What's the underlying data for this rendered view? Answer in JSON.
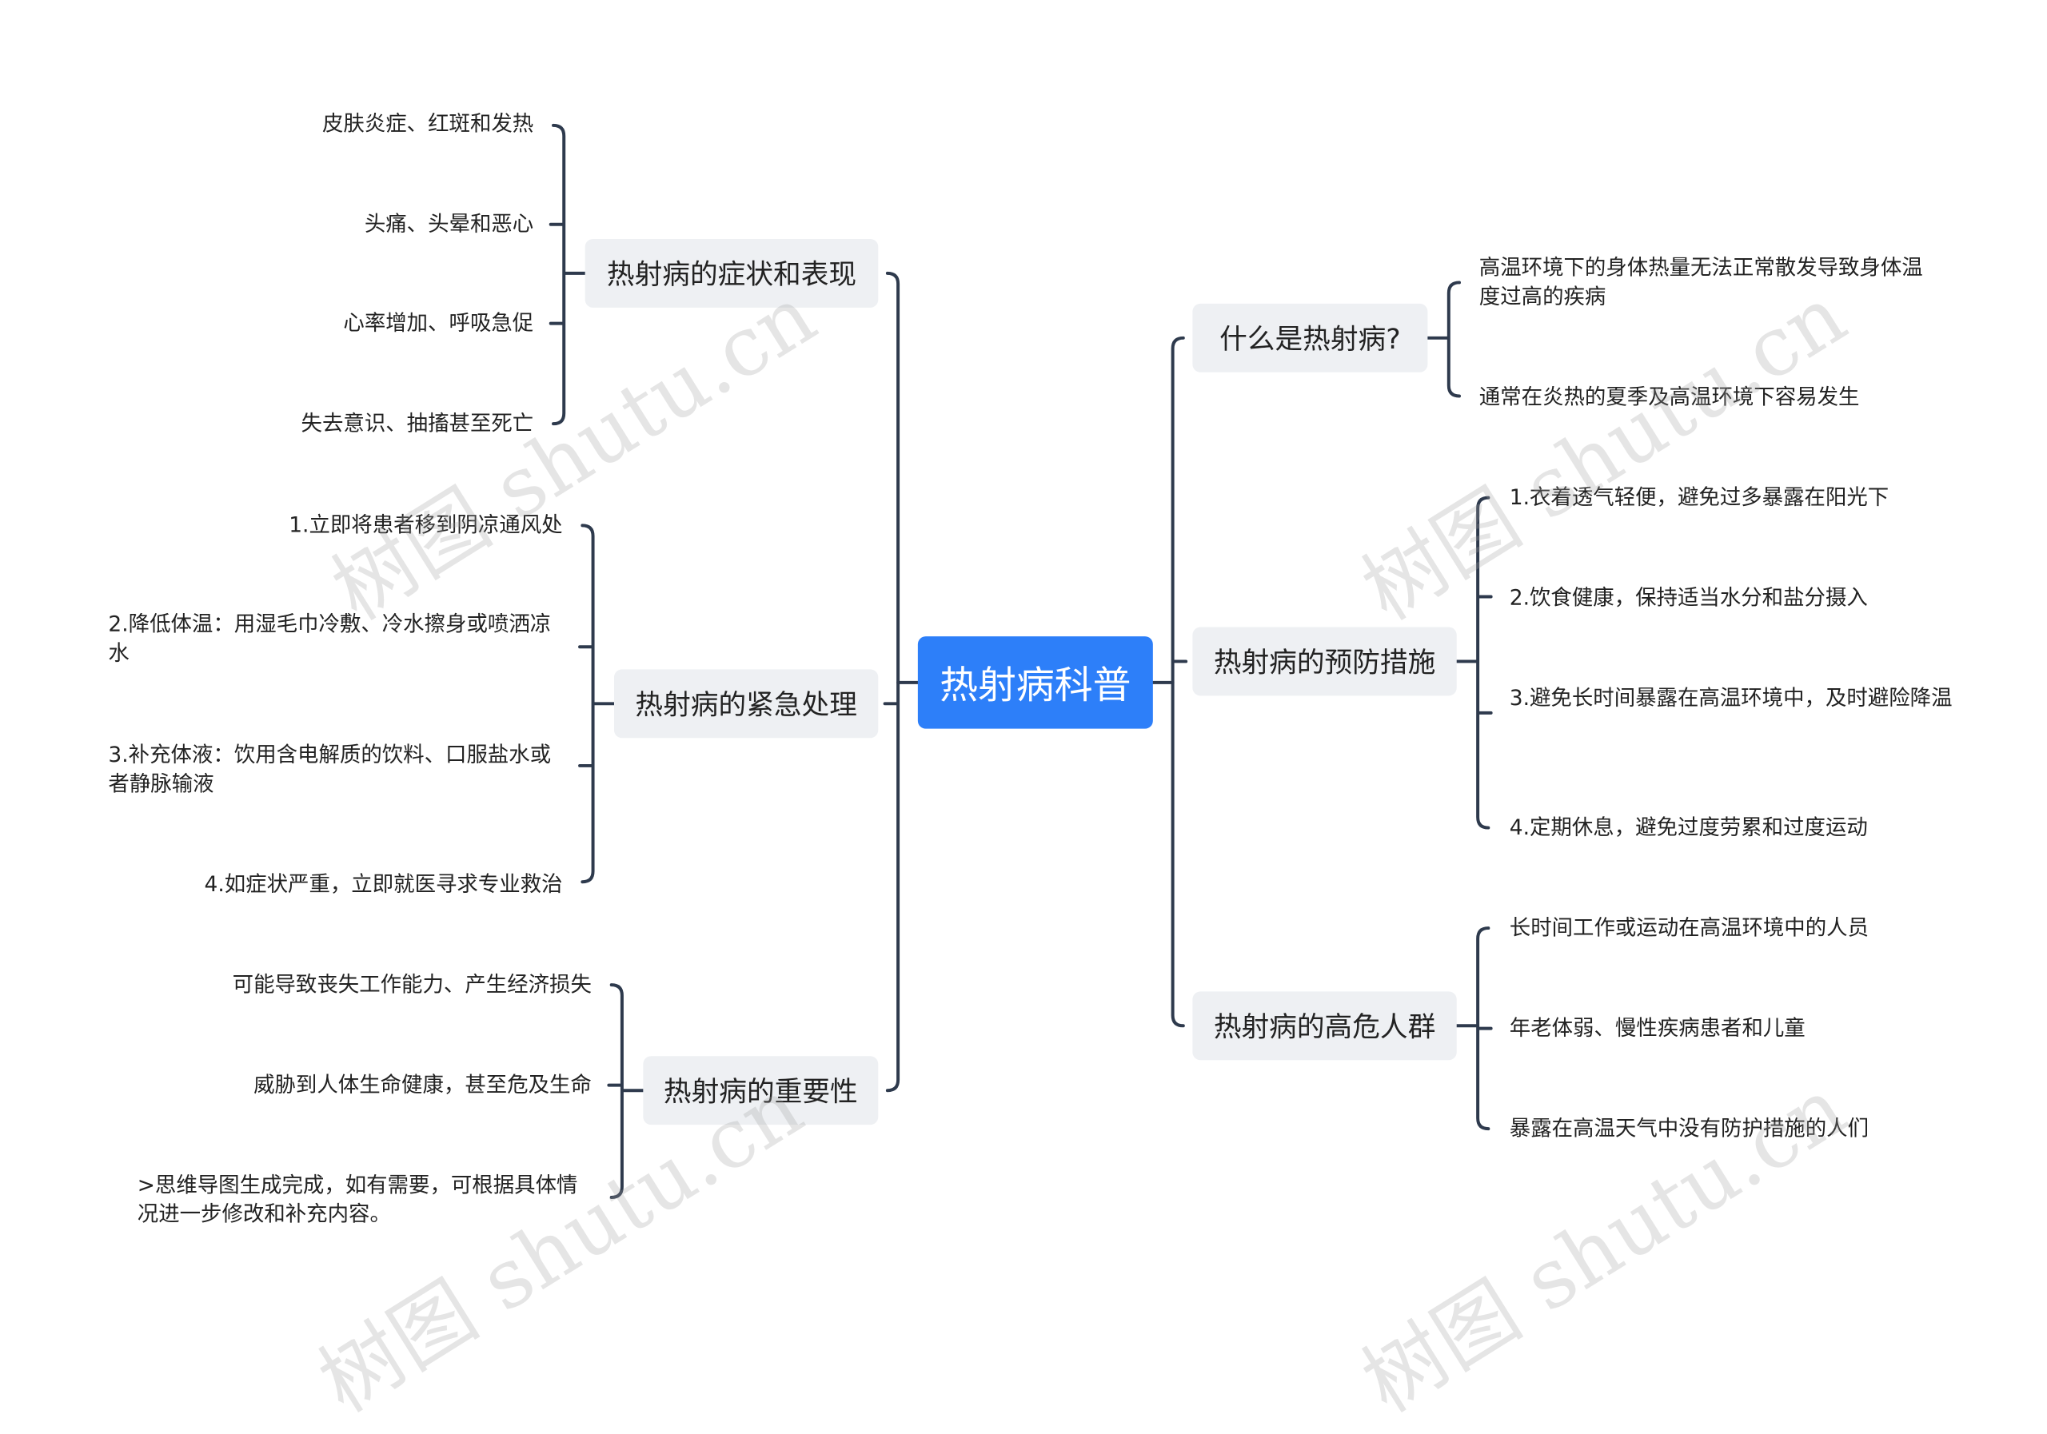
{
  "root": {
    "label": "热射病科普"
  },
  "left": [
    {
      "label": "热射病的症状和表现",
      "items": [
        "皮肤炎症、红斑和发热",
        "头痛、头晕和恶心",
        "心率增加、呼吸急促",
        "失去意识、抽搐甚至死亡"
      ]
    },
    {
      "label": "热射病的紧急处理",
      "items": [
        "1.立即将患者移到阴凉通风处",
        "2.降低体温：用湿毛巾冷敷、冷水擦身或喷洒凉水",
        "3.补充体液：饮用含电解质的饮料、口服盐水或者静脉输液",
        "4.如症状严重，立即就医寻求专业救治"
      ]
    },
    {
      "label": "热射病的重要性",
      "items": [
        "可能导致丧失工作能力、产生经济损失",
        "威胁到人体生命健康，甚至危及生命",
        ">思维导图生成完成，如有需要，可根据具体情况进一步修改和补充内容。"
      ]
    }
  ],
  "right": [
    {
      "label": "什么是热射病?",
      "items": [
        "高温环境下的身体热量无法正常散发导致身体温度过高的疾病",
        "通常在炎热的夏季及高温环境下容易发生"
      ]
    },
    {
      "label": "热射病的预防措施",
      "items": [
        "1.衣着透气轻便，避免过多暴露在阳光下",
        "2.饮食健康，保持适当水分和盐分摄入",
        "3.避免长时间暴露在高温环境中，及时避险降温",
        "4.定期休息，避免过度劳累和过度运动"
      ]
    },
    {
      "label": "热射病的高危人群",
      "items": [
        "长时间工作或运动在高温环境中的人员",
        "年老体弱、慢性疾病患者和儿童",
        "暴露在高温天气中没有防护措施的人们"
      ]
    }
  ],
  "watermark": "树图 shutu.cn",
  "colors": {
    "root": "#2d7ff9",
    "branch_bg": "#eef0f3",
    "line": "#2e3a4d"
  }
}
